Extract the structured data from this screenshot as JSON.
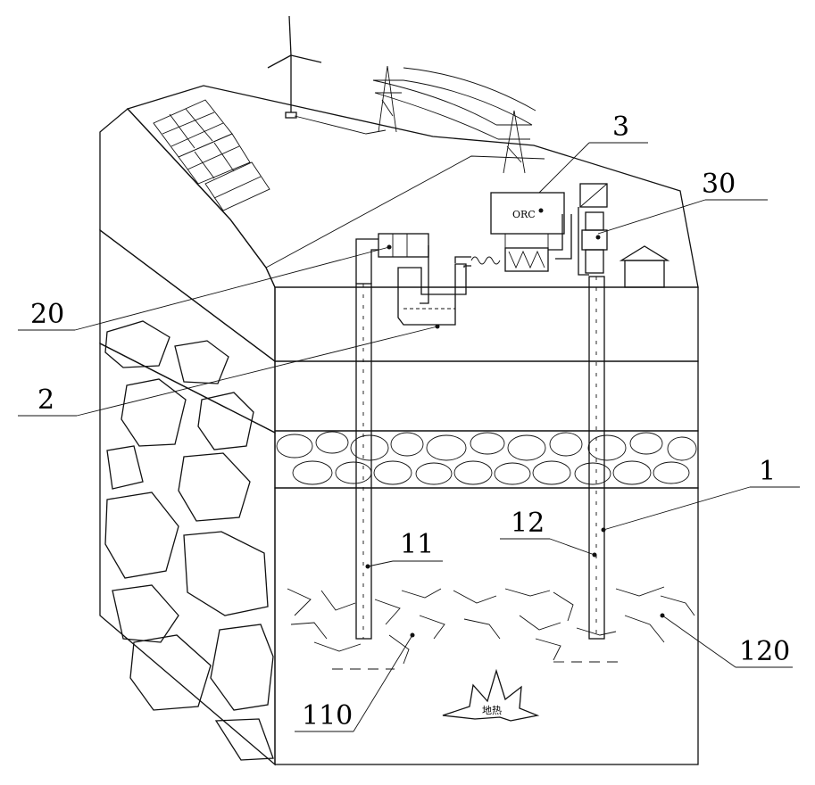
{
  "labels": {
    "ref_3": "3",
    "ref_30": "30",
    "ref_20": "20",
    "ref_2": "2",
    "ref_1": "1",
    "ref_11": "11",
    "ref_12": "12",
    "ref_110": "110",
    "ref_120": "120",
    "orc": "ORC",
    "geothermal": "地热"
  }
}
